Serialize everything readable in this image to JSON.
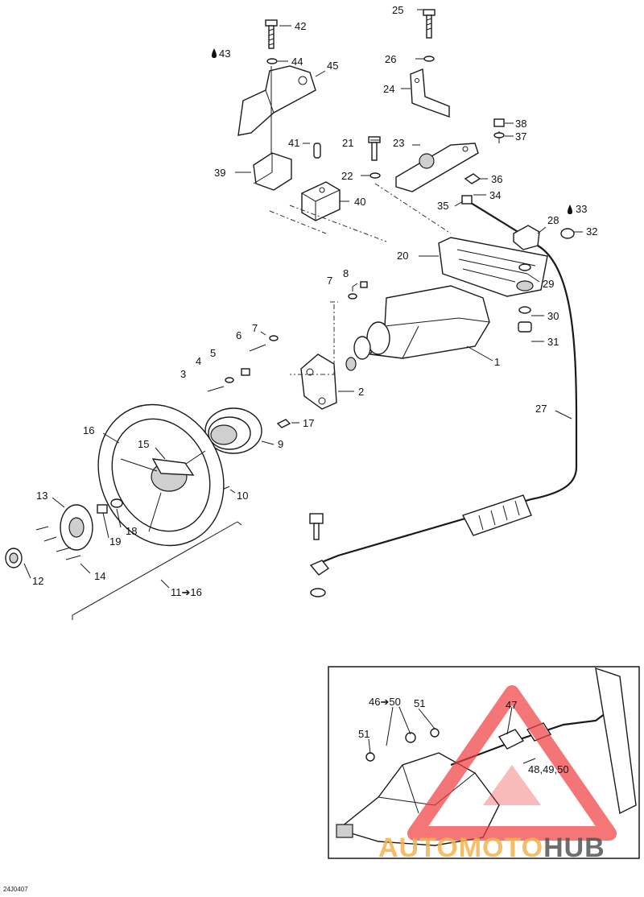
{
  "figure_code": "24J0407",
  "callouts": [
    {
      "id": "c42",
      "text": "42"
    },
    {
      "id": "c43",
      "text": "43"
    },
    {
      "id": "c44",
      "text": "44"
    },
    {
      "id": "c45",
      "text": "45"
    },
    {
      "id": "c25",
      "text": "25"
    },
    {
      "id": "c26",
      "text": "26"
    },
    {
      "id": "c24",
      "text": "24"
    },
    {
      "id": "c38",
      "text": "38"
    },
    {
      "id": "c37",
      "text": "37"
    },
    {
      "id": "c41",
      "text": "41"
    },
    {
      "id": "c21",
      "text": "21"
    },
    {
      "id": "c23",
      "text": "23"
    },
    {
      "id": "c39",
      "text": "39"
    },
    {
      "id": "c22",
      "text": "22"
    },
    {
      "id": "c36",
      "text": "36"
    },
    {
      "id": "c34",
      "text": "34"
    },
    {
      "id": "c35",
      "text": "35"
    },
    {
      "id": "c40",
      "text": "40"
    },
    {
      "id": "c33",
      "text": "33"
    },
    {
      "id": "c28",
      "text": "28"
    },
    {
      "id": "c32",
      "text": "32"
    },
    {
      "id": "c20",
      "text": "20"
    },
    {
      "id": "c29",
      "text": "29"
    },
    {
      "id": "c8",
      "text": "8"
    },
    {
      "id": "c7a",
      "text": "7"
    },
    {
      "id": "c30",
      "text": "30"
    },
    {
      "id": "c31",
      "text": "31"
    },
    {
      "id": "c7b",
      "text": "7"
    },
    {
      "id": "c6",
      "text": "6"
    },
    {
      "id": "c1",
      "text": "1"
    },
    {
      "id": "c5",
      "text": "5"
    },
    {
      "id": "c4",
      "text": "4"
    },
    {
      "id": "c3",
      "text": "3"
    },
    {
      "id": "c2",
      "text": "2"
    },
    {
      "id": "c27",
      "text": "27"
    },
    {
      "id": "c16",
      "text": "16"
    },
    {
      "id": "c17",
      "text": "17"
    },
    {
      "id": "c15",
      "text": "15"
    },
    {
      "id": "c9",
      "text": "9"
    },
    {
      "id": "c10",
      "text": "10"
    },
    {
      "id": "c13",
      "text": "13"
    },
    {
      "id": "c18",
      "text": "18"
    },
    {
      "id": "c19",
      "text": "19"
    },
    {
      "id": "c12",
      "text": "12"
    },
    {
      "id": "c14",
      "text": "14"
    },
    {
      "id": "c11to16",
      "text": "11➔16"
    },
    {
      "id": "c46to50",
      "text": "46➔50"
    },
    {
      "id": "c51a",
      "text": "51"
    },
    {
      "id": "c47",
      "text": "47"
    },
    {
      "id": "c51b",
      "text": "51"
    },
    {
      "id": "c484950",
      "text": "48,49,50"
    }
  ],
  "watermark": {
    "part1": "AUTOMOTO",
    "part2": "HUB",
    "color_primary": "#f6b24c",
    "color_secondary": "#555555",
    "triangle_color": "#f03c3c"
  }
}
